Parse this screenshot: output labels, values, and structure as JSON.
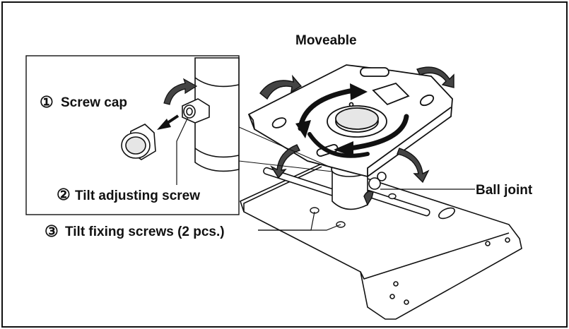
{
  "labels": {
    "moveable": "Moveable",
    "screw_cap": "Screw cap",
    "screw_cap_num": "①",
    "tilt_adjusting_screw": "Tilt adjusting screw",
    "tilt_adjusting_num": "②",
    "tilt_fixing_screws": "Tilt fixing screws (2 pcs.)",
    "tilt_fixing_num": "③",
    "ball_joint": "Ball joint"
  },
  "colors": {
    "line": "#111111",
    "arrow_fill": "#444444",
    "background": "#ffffff",
    "plate_fill": "#ffffff",
    "shade": "#e6e6e6"
  }
}
